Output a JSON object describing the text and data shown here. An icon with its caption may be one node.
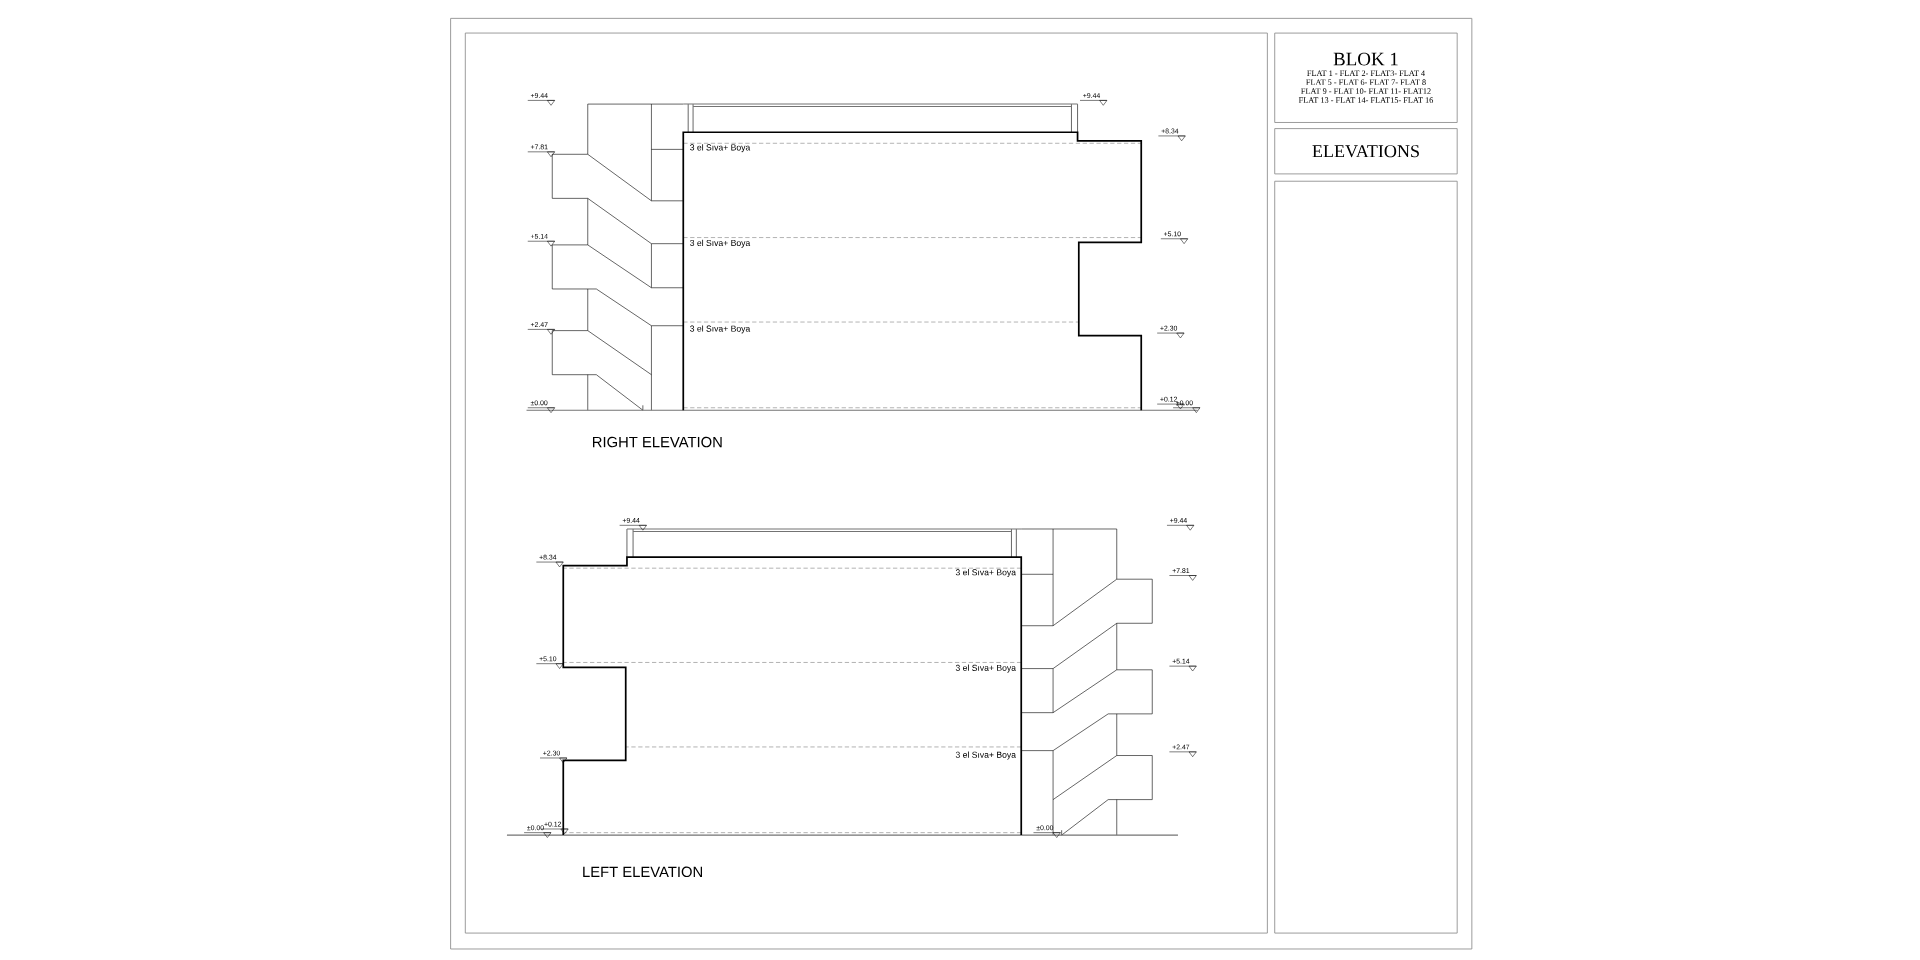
{
  "diagram": {
    "nodes": [
      {
        "text": [
          "BLOK 1",
          "FLAT 1 - FLAT 2- FLAT3- FLAT 4",
          "FLAT 5 - FLAT 6- FLAT 7- FLAT 8",
          "FLAT 9 - FLAT 10- FLAT 11- FLAT12",
          "FLAT 13 - FLAT 14- FLAT15- FLAT 16"
        ]
      },
      {
        "text": [
          "ELEVATIONS"
        ]
      },
      {
        "text": [],
        "shape": "box"
      }
    ],
    "labels": [
      "+9.44",
      "+9.44",
      "+8.34",
      "+7.81",
      "3 el Sıva+ Boya",
      "+5.10",
      "+5.14",
      "3 el Sıva+ Boya",
      "+2.47",
      "3 el Sıva+ Boya",
      "+2.30",
      "+0.12",
      "±0.00",
      "±0.00",
      "RIGHT ELEVATION",
      "+9.44",
      "+9.44",
      "+8.34",
      "+7.81",
      "3 el Sıva+ Boya",
      "+5.10",
      "+5.14",
      "3 el Sıva+ Boya",
      "+2.47",
      "+2.30",
      "3 el Sıva+ Boya",
      "+0.12",
      "±0.00",
      "±0.00",
      "LEFT ELEVATION"
    ]
  }
}
